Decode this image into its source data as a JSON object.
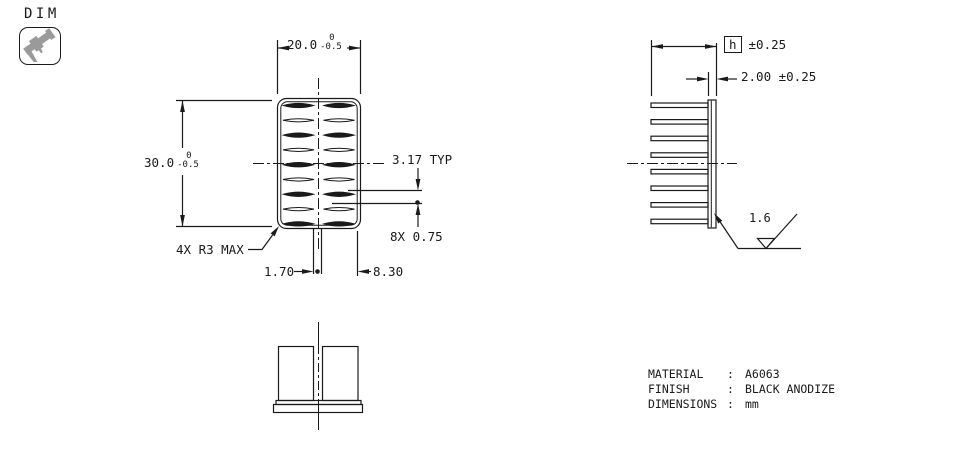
{
  "drawing": {
    "stamp": {
      "label": "DIM",
      "icon": "caliper-icon"
    },
    "front_view": {
      "width_dim": {
        "value": "20.0",
        "tol_upper": "0",
        "tol_lower": "-0.5"
      },
      "height_dim": {
        "value": "30.0",
        "tol_upper": "0",
        "tol_lower": "-0.5"
      },
      "fin_pitch_label": "3.17 TYP",
      "fin_thickness_label": "8X 0.75",
      "corner_radius_label": "4X R3 MAX",
      "slot_width_label": "1.70",
      "offset_label": "8.30"
    },
    "side_view": {
      "depth_symbol": "h",
      "depth_tolerance": "±0.25",
      "base_thickness_label": "2.00 ±0.25",
      "surface_roughness_label": "1.6"
    },
    "notes": {
      "rows": [
        {
          "label": "MATERIAL",
          "separator": ":",
          "value": "A6063"
        },
        {
          "label": "FINISH",
          "separator": ":",
          "value": "BLACK ANODIZE"
        },
        {
          "label": "DIMENSIONS",
          "separator": ":",
          "value": "mm"
        }
      ]
    },
    "colors": {
      "line": "#1a1a1a",
      "icon_gray": "#9a9a9a",
      "background": "#ffffff"
    }
  }
}
